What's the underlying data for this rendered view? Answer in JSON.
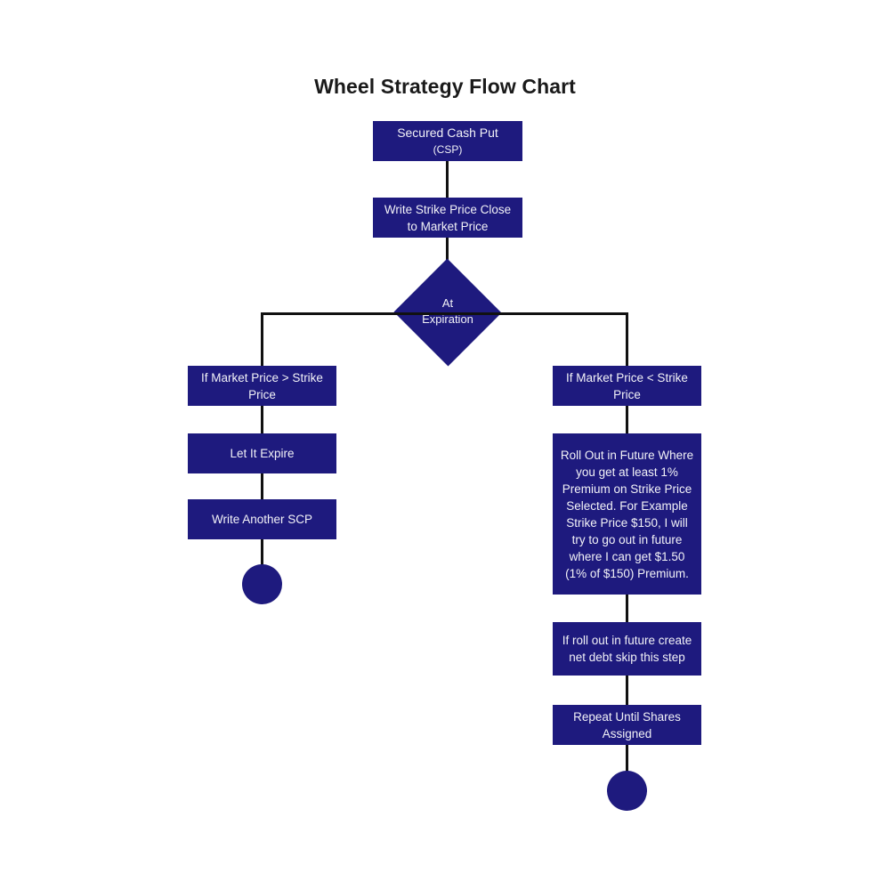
{
  "title": "Wheel Strategy Flow Chart",
  "colors": {
    "node_fill": "#1e1a7e",
    "node_text": "#f2f2f7",
    "connector": "#111111",
    "background": "#ffffff",
    "title_text": "#1a1a1a"
  },
  "nodes": {
    "start": {
      "line1": "Secured Cash Put",
      "line2": "(CSP)"
    },
    "write_strike": {
      "label": "Write Strike Price Close to Market Price"
    },
    "decision": {
      "label": "At\nExpiration"
    },
    "left_branch": {
      "condition": "If Market Price > Strike Price",
      "step1": "Let It Expire",
      "step2": "Write Another SCP",
      "terminator": "end-circle-left"
    },
    "right_branch": {
      "condition": "If Market Price < Strike Price",
      "step1": "Roll Out in Future Where you get at least 1% Premium on Strike Price Selected. For Example Strike Price $150, I will try to go out in future where I can get $1.50 (1% of $150) Premium.",
      "step2": "If roll out in future create net debt skip this step",
      "step3": "Repeat Until Shares Assigned",
      "terminator": "end-circle-right"
    }
  },
  "connectors": [
    "start-to-write-strike",
    "write-strike-to-decision",
    "decision-split-horizontal",
    "left-drop",
    "right-drop",
    "left-cond-to-expire",
    "left-expire-to-write-scp",
    "left-write-scp-to-end",
    "right-cond-to-rollout",
    "right-rollout-to-netdebt",
    "right-netdebt-to-repeat",
    "right-repeat-to-end"
  ]
}
